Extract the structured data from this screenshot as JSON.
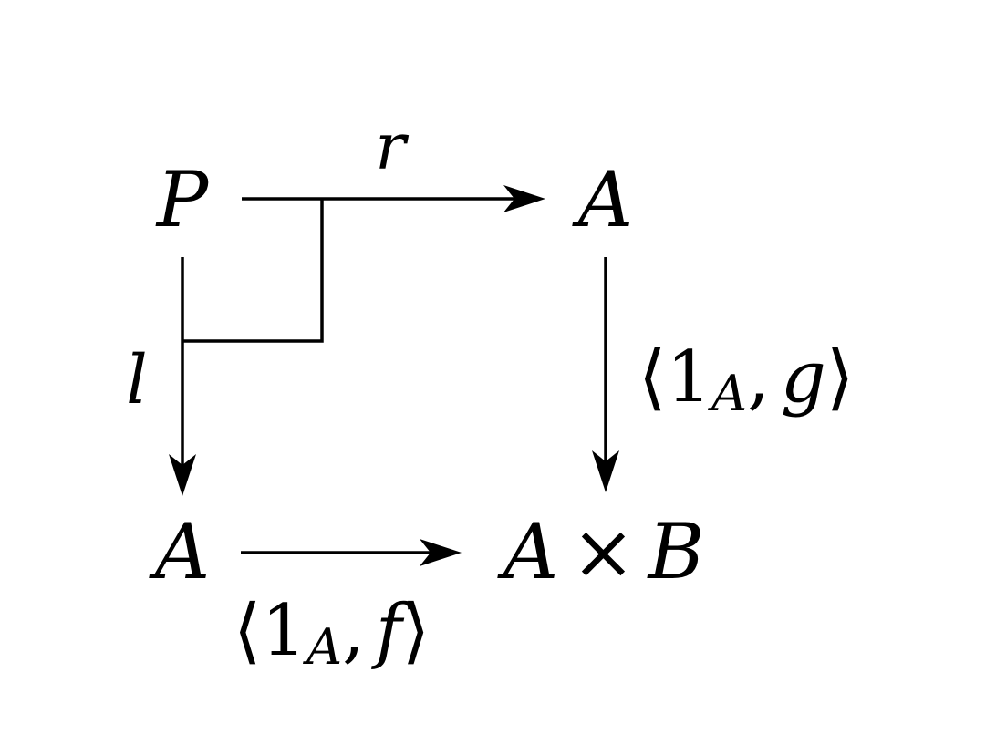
{
  "diagram": {
    "type": "commutative-square-pullback",
    "nodes": {
      "top_left": "P",
      "top_right": "A",
      "bottom_left": "A",
      "bottom_right": {
        "left": "A",
        "op": "×",
        "right": "B"
      }
    },
    "edges": {
      "top": {
        "name": "r"
      },
      "left": {
        "name": "l"
      },
      "right": {
        "open": "⟨",
        "one": "1",
        "sub": "A",
        "sep": ",",
        "fn": "g",
        "close": "⟩"
      },
      "bottom": {
        "open": "⟨",
        "one": "1",
        "sub": "A",
        "sep": ",",
        "fn": "f",
        "close": "⟩"
      }
    },
    "pullback_marker": true,
    "colors": {
      "ink": "#000000",
      "background": "#ffffff"
    }
  }
}
